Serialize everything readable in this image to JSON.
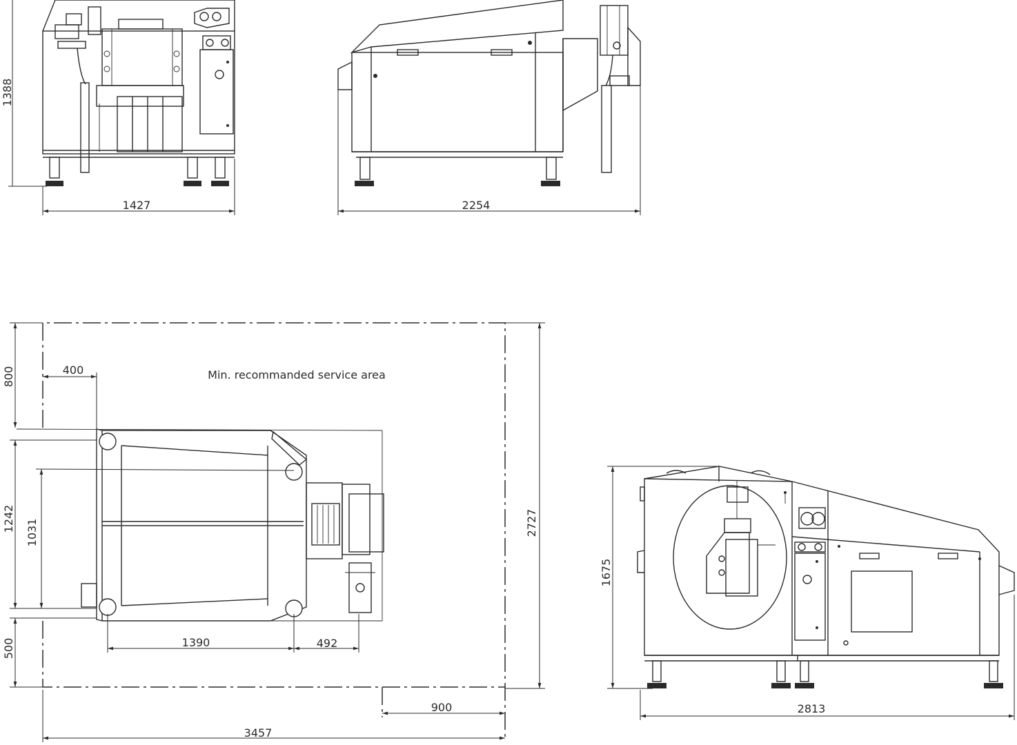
{
  "labels": {
    "service_area": "Min. recommanded service area"
  },
  "dimensions": {
    "front_height": "1388",
    "front_width": "1427",
    "side_width": "2254",
    "plan_top_clearance": "800",
    "plan_left_offset": "400",
    "plan_depth": "1242",
    "plan_inner_depth": "1031",
    "plan_bottom_clearance": "500",
    "plan_length": "1390",
    "plan_outlet_offset": "492",
    "plan_total_depth": "2727",
    "plan_right_clearance": "900",
    "plan_total_length": "3457",
    "iso_height": "1675",
    "iso_width": "2813"
  }
}
